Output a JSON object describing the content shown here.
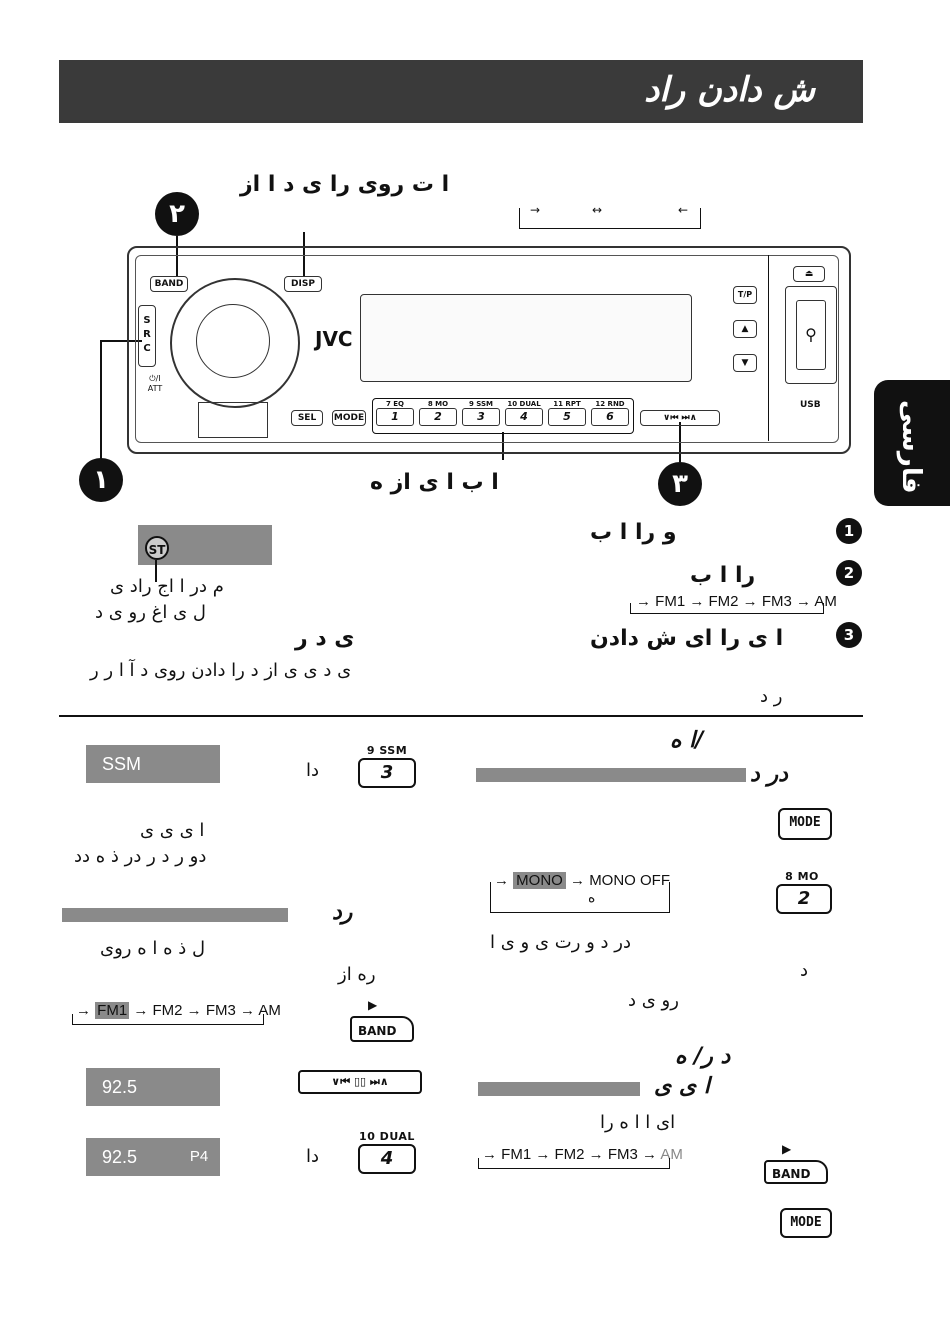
{
  "header": {
    "title": "ش دادن راد"
  },
  "side_tab": {
    "label": "فارسی"
  },
  "top_diagram": {
    "caption_line": "ا ت روی را ی د ا از",
    "step_numbers": [
      "۱",
      "۲",
      "۳"
    ],
    "bottom_caption": "ا ب ا ی از ه",
    "radio_labels": {
      "band": "BAND",
      "disp": "DISP",
      "brand": "JVC",
      "src": "S R C",
      "att": "⏻/I ATT",
      "sel": "SEL",
      "mode": "MODE",
      "tp": "T/P",
      "usb": "USB",
      "presets": [
        {
          "top": "7 EQ",
          "num": "1"
        },
        {
          "top": "8 MO",
          "num": "2"
        },
        {
          "top": "9 SSM",
          "num": "3"
        },
        {
          "top": "10 DUAL",
          "num": "4"
        },
        {
          "top": "11 RPT",
          "num": "5"
        },
        {
          "top": "12 RND",
          "num": "6"
        }
      ]
    }
  },
  "steps": {
    "s1": {
      "num": "1",
      "text": "و را ا ب"
    },
    "s2": {
      "num": "2",
      "text": "را ا ب",
      "sequence": [
        "FM1",
        "FM2",
        "FM3",
        "AM"
      ]
    },
    "s3": {
      "num": "3",
      "title": "ا ی را ای ش دادن",
      "title_right": "ی د ر",
      "desc_line1": "ی د ی ی از د را دادن روی د آ ا ر ر",
      "desc_line2": "ر د"
    },
    "st_note": {
      "badge": "ST",
      "line1": "م در ا اج راد ی",
      "line2": "ل ی اغ رو ی د"
    }
  },
  "lower_right": {
    "heading1": "ا ه/",
    "heading2": "در د",
    "mode_label": "MODE",
    "mo_key": {
      "top": "8 MO",
      "num": "2"
    },
    "mono_seq": [
      "MONO",
      "MONO OFF"
    ],
    "mono_sub": "ه",
    "para1": "در د و رت ی و ی ا",
    "para2": "د",
    "para3": "رو ی د",
    "heading3": "د ر/ ه",
    "heading4": "ا ی ی",
    "line_ai": "ای ا ا ه را",
    "band_seq": [
      "FM1",
      "FM2",
      "FM3",
      "AM"
    ],
    "band_label": "BAND",
    "mode_label2": "MODE"
  },
  "lower_left": {
    "ssm_display": "SSM",
    "ssm_key": {
      "top": "9 SSM",
      "num": "3"
    },
    "da": "دا",
    "para1": "ا ی ی ی",
    "para2": "دو ر د ر در ذ ه دد",
    "heading": "رد",
    "para3": "ل ذ ه ا ه روی",
    "para4": "ره از",
    "band_seq": [
      "FM1",
      "FM2",
      "FM3",
      "AM"
    ],
    "band_label": "BAND",
    "freq1": "92.5",
    "freq2": "92.5",
    "preset_badge": "P4",
    "dual_key": {
      "top": "10 DUAL",
      "num": "4"
    },
    "da2": "دا"
  }
}
